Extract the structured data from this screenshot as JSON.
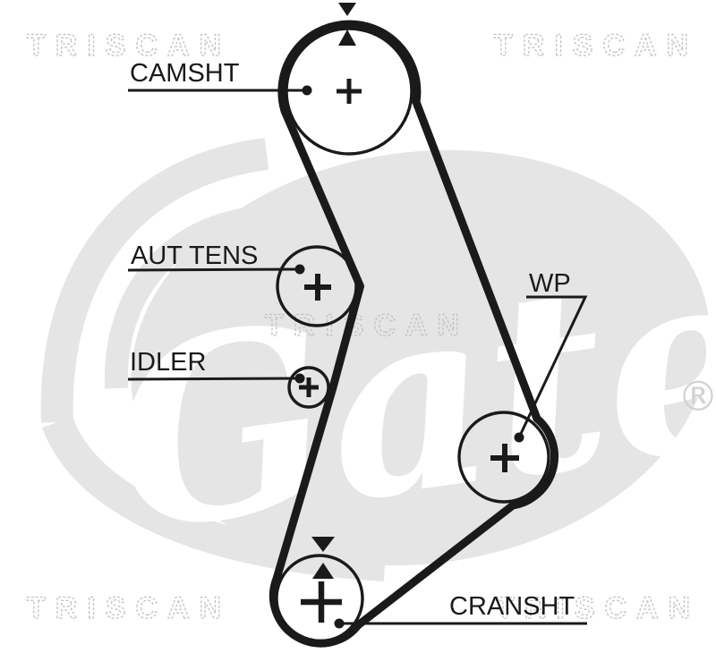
{
  "watermarks": {
    "triscan": "TRISCAN",
    "gates_logo": "Gates",
    "registered_mark": "®"
  },
  "labels": {
    "camshaft": "CAMSHT",
    "auto_tensioner": "AUT TENS",
    "idler": "IDLER",
    "water_pump": "WP",
    "crankshaft": "CRANSHT"
  },
  "colors": {
    "diagram_line": "#1a1a1a",
    "gates_watermark": "#e5e5e5",
    "triscan_watermark": "#c2c2c2",
    "background": "#ffffff"
  }
}
